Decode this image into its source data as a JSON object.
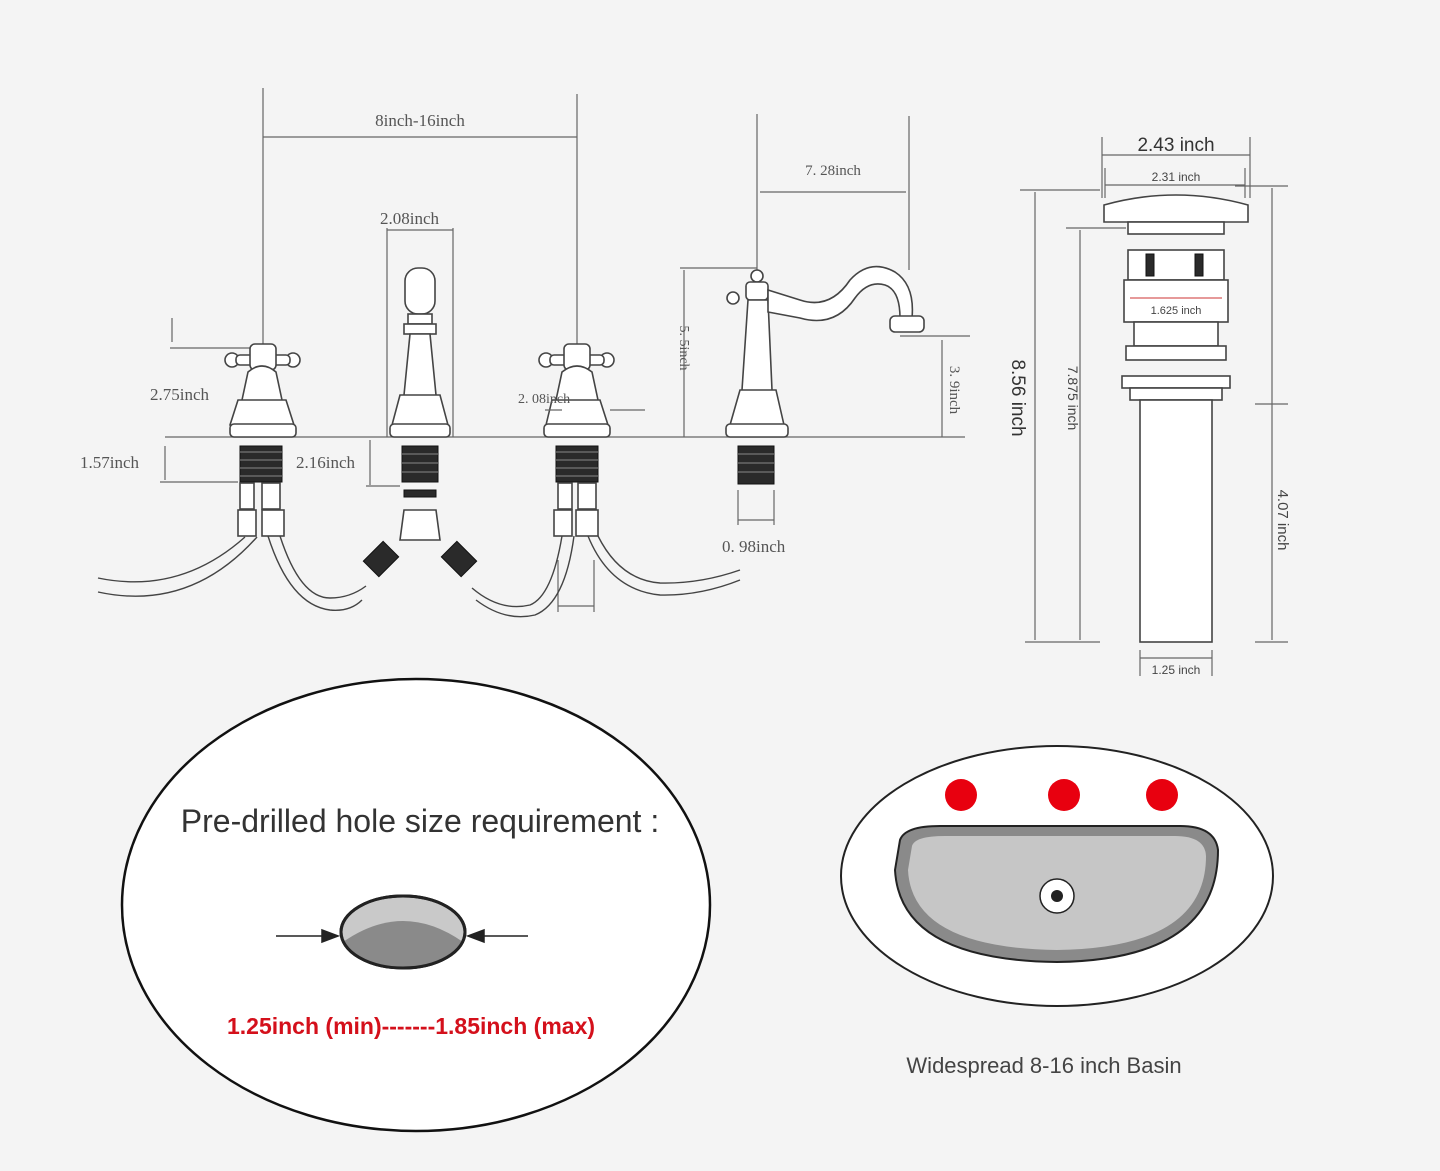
{
  "faucet": {
    "spacing": "8inch-16inch",
    "center_handle_width": "2.08inch",
    "handle_height": "2.75inch",
    "handle_width": "2. 08inch",
    "shank_length": "1.57inch",
    "center_shank": "2.16inch",
    "spout_reach": "7. 28inch",
    "spout_height": "5. 5inch",
    "spout_clearance": "3. 9inch",
    "shank_diameter": "0. 98inch"
  },
  "drain": {
    "top_outer": "2.43 inch",
    "top_inner": "2.31 inch",
    "collar": "1.625 inch",
    "total_height": "8.56 inch",
    "body_height": "7.875 inch",
    "tail_length": "4.07 inch",
    "tail_diameter": "1.25 inch"
  },
  "hole": {
    "title": "Pre-drilled hole size requirement :",
    "range": "1.25inch (min)-------1.85inch (max)"
  },
  "basin": {
    "caption": "Widespread 8-16 inch Basin"
  },
  "colors": {
    "hole_dot": "#e8000f",
    "range_text": "#d4101b",
    "basin_gray": "#8a8a8a"
  }
}
